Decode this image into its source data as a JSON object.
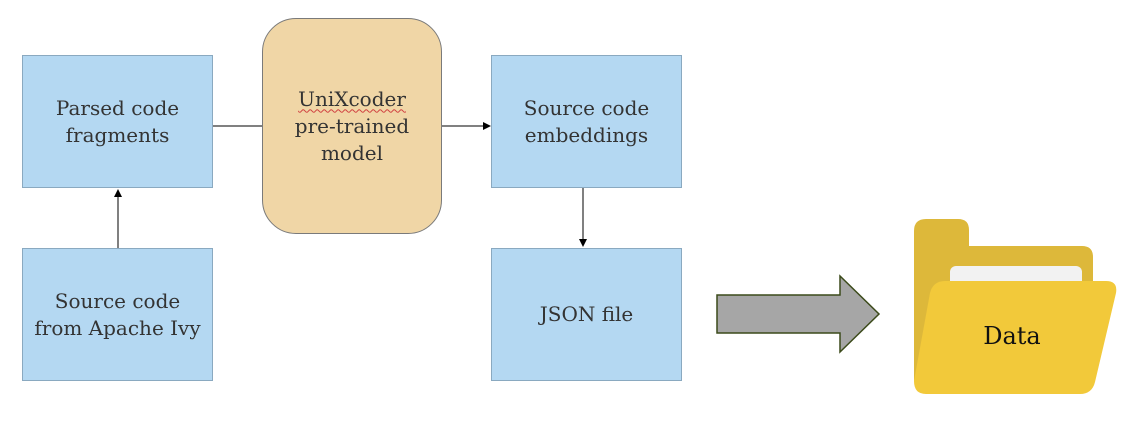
{
  "nodes": {
    "parsed_fragments": {
      "line1": "Parsed code",
      "line2": "fragments"
    },
    "source_code": {
      "line1": "Source code",
      "line2": "from Apache Ivy"
    },
    "model": {
      "name": "UniXcoder",
      "line2": "pre-trained",
      "line3": "model"
    },
    "embeddings": {
      "line1": "Source code",
      "line2": "embeddings"
    },
    "json_file": {
      "label": "JSON file"
    }
  },
  "output": {
    "label": "Data"
  },
  "colors": {
    "process_box": "#b4d8f2",
    "model_box": "#f0d6a6",
    "big_arrow": "#a6a6a6",
    "big_arrow_border": "#3b4a1a",
    "folder_back": "#ddb83a",
    "folder_front": "#f2c93a",
    "folder_paper": "#f2f2f2"
  }
}
